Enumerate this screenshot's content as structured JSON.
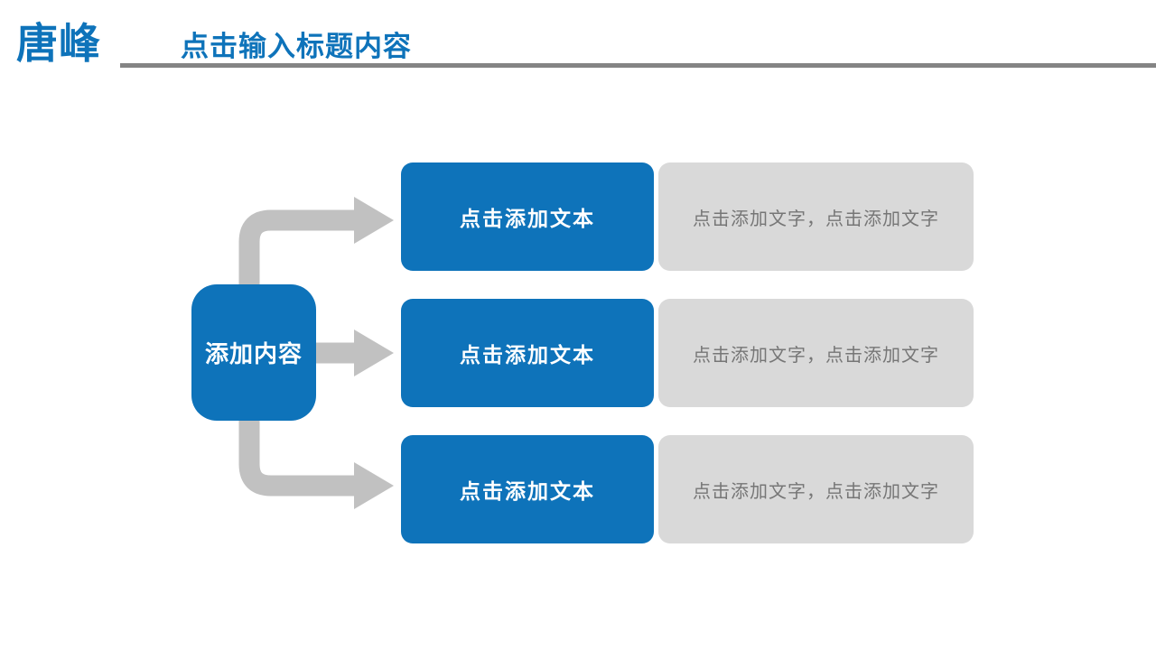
{
  "slide": {
    "logo": "唐峰",
    "title": "点击输入标题内容"
  },
  "diagram": {
    "center_label": "添加内容",
    "rows": [
      {
        "button_label": "点击添加文本",
        "description": "点击添加文字，点击添加文字"
      },
      {
        "button_label": "点击添加文本",
        "description": "点击添加文字，点击添加文字"
      },
      {
        "button_label": "点击添加文本",
        "description": "点击添加文字，点击添加文字"
      }
    ]
  },
  "colors": {
    "accent_blue": "#0e73ba",
    "divider_gray": "#848484",
    "arrow_gray": "#c1c1c1",
    "placeholder_gray_bg": "#d9d9d9",
    "placeholder_text_gray": "#767676"
  }
}
